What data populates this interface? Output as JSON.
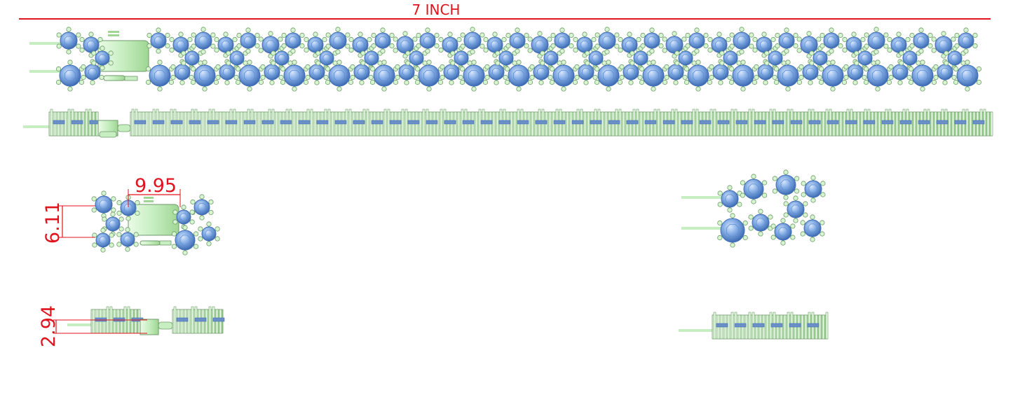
{
  "dimensions": {
    "total_length": "7 INCH",
    "width_label": "9.95",
    "height_label": "6.11",
    "thickness_label": "2.94"
  },
  "colors": {
    "dimension": "#e0141e",
    "stone_fill": "#7ea7df",
    "stone_stroke": "#3f6db5",
    "metal_fill": "#d6f5d0",
    "metal_stroke": "#6f9a6a",
    "prong": "#9fd693"
  }
}
